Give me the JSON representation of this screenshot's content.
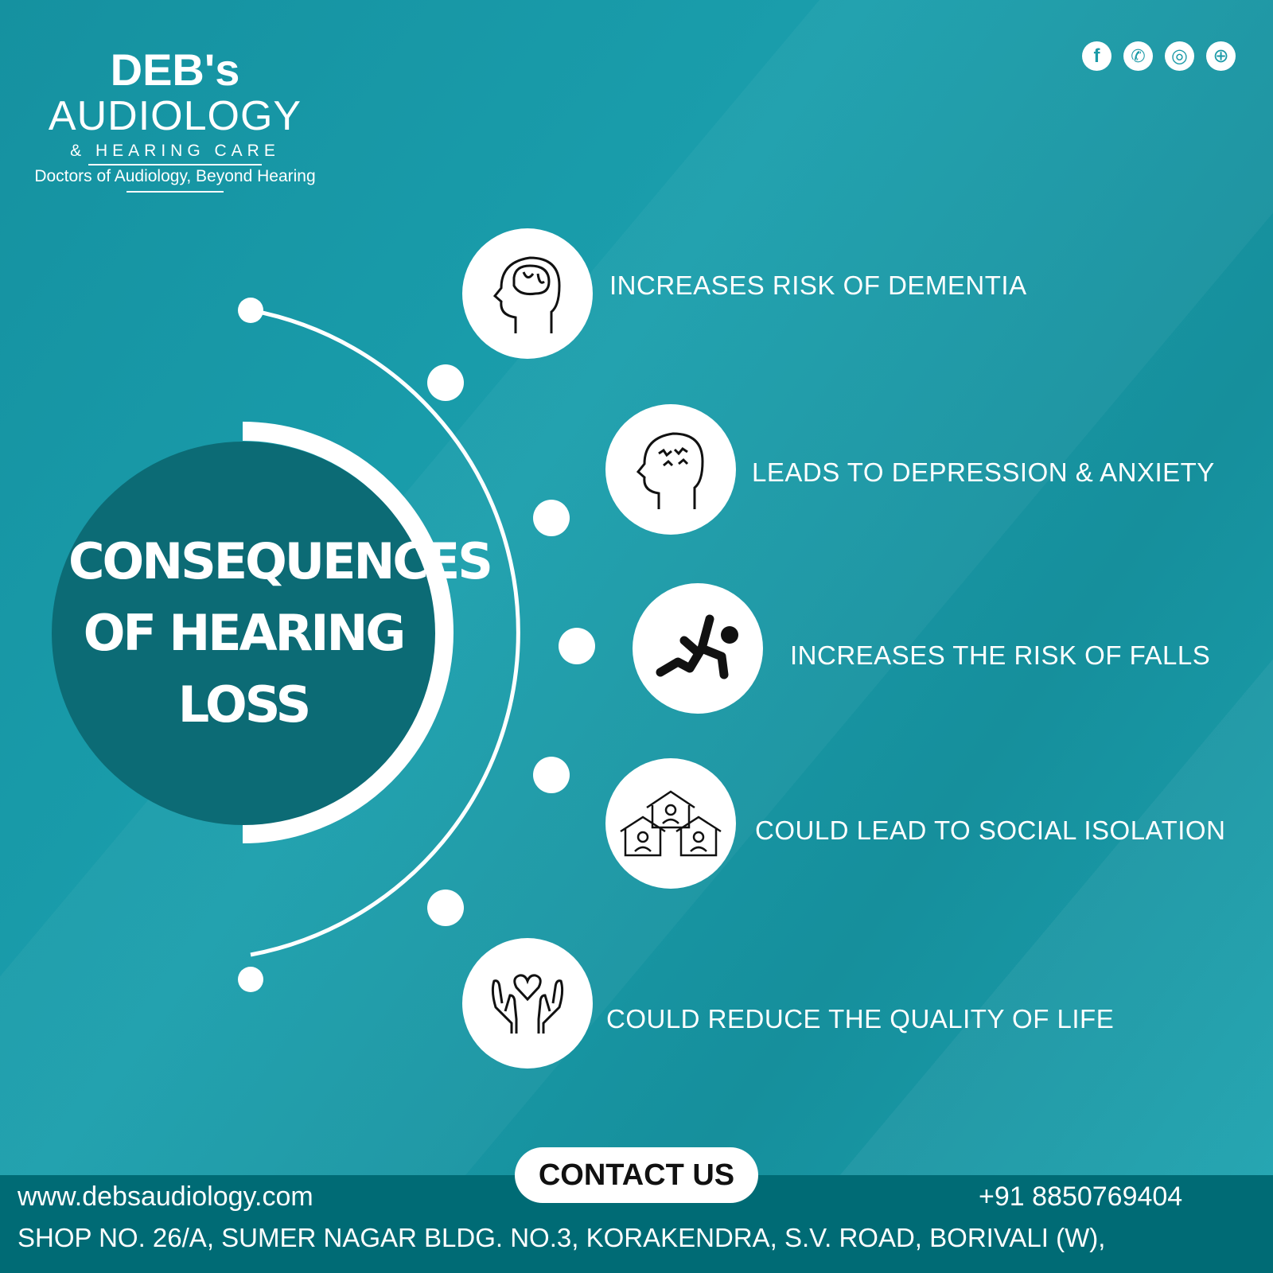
{
  "brand": {
    "name_top": "DEB's",
    "name_main": "AUDIOLOGY",
    "subtitle": "& HEARING CARE",
    "tagline": "Doctors of Audiology, Beyond Hearing"
  },
  "social": [
    {
      "icon": "facebook-icon",
      "glyph": "f"
    },
    {
      "icon": "whatsapp-icon",
      "glyph": "✆"
    },
    {
      "icon": "instagram-icon",
      "glyph": "◎"
    },
    {
      "icon": "dribbble-icon",
      "glyph": "⊕"
    }
  ],
  "title": {
    "line1": "CONSEQUENCES",
    "line2": "OF HEARING",
    "line3": "LOSS"
  },
  "items": [
    {
      "icon": "brain-head-icon",
      "label": "INCREASES RISK OF DEMENTIA"
    },
    {
      "icon": "anxious-head-icon",
      "label": "LEADS TO DEPRESSION & ANXIETY"
    },
    {
      "icon": "falling-person-icon",
      "label": "INCREASES THE RISK OF FALLS"
    },
    {
      "icon": "isolated-houses-icon",
      "label": "COULD LEAD TO SOCIAL ISOLATION"
    },
    {
      "icon": "heart-hands-icon",
      "label": "COULD REDUCE THE QUALITY OF LIFE"
    }
  ],
  "footer": {
    "contact_label": "CONTACT US",
    "website": "www.debsaudiology.com",
    "phone": "+91 8850769404",
    "address": "SHOP NO. 26/A, SUMER NAGAR BLDG. NO.3, KORAKENDRA, S.V. ROAD, BORIVALI (W),"
  },
  "colors": {
    "background": "#1a9aa7",
    "circle": "#0c6b75",
    "footer": "#006b75"
  }
}
